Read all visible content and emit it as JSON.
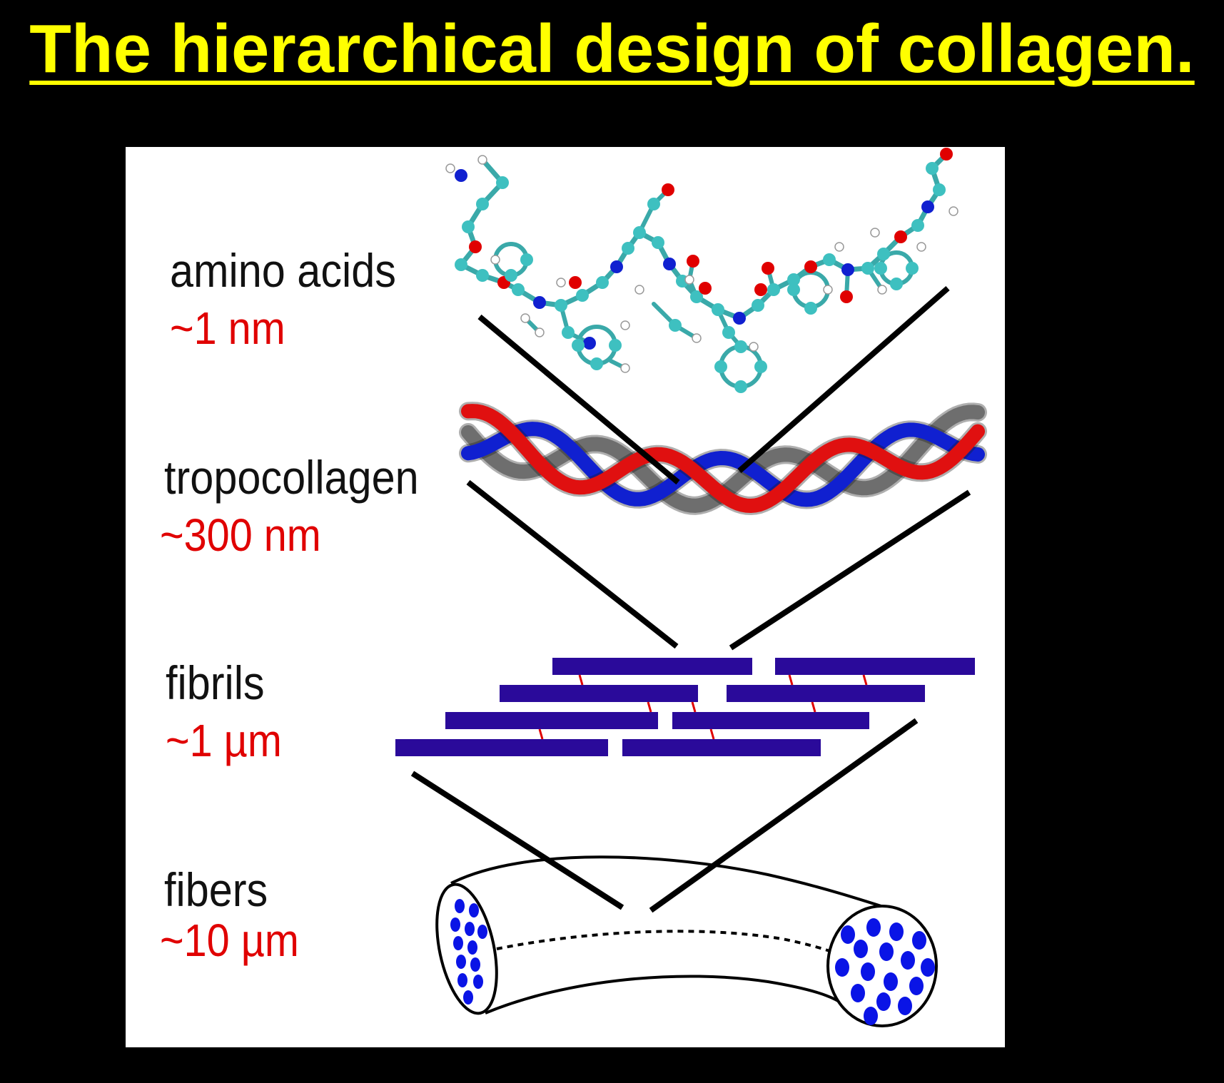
{
  "title": "The hierarchical design of collagen.",
  "colors": {
    "background": "#000000",
    "title": "#ffff00",
    "panel": "#ffffff",
    "level_name": "#111111",
    "level_size": "#e00000",
    "strand_red": "#e01010",
    "strand_blue": "#1020d0",
    "strand_gray": "#6e6e6e",
    "fibril": "#2a0a9a",
    "crosslink": "#e00000",
    "fiber_dots": "#0a14e6",
    "atom_carbon": "#3ec0c0",
    "atom_oxygen": "#e00000",
    "atom_nitrogen": "#1020d0",
    "atom_hydrogen": "#ffffff"
  },
  "levels": [
    {
      "name": "amino acids",
      "size": "~1 nm"
    },
    {
      "name": "tropocollagen",
      "size": "~300 nm"
    },
    {
      "name": "fibrils",
      "size": "~1 µm"
    },
    {
      "name": "fibers",
      "size": "~10 µm"
    }
  ]
}
